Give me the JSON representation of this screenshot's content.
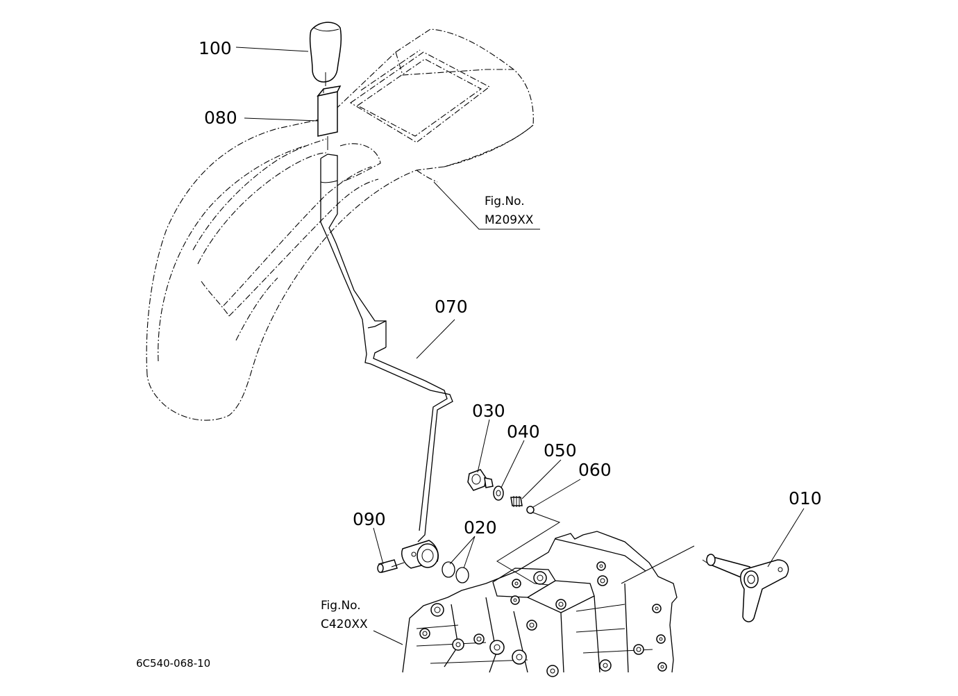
{
  "diagram": {
    "callouts": {
      "p100": "100",
      "p080": "080",
      "p070": "070",
      "p030": "030",
      "p040": "040",
      "p050": "050",
      "p060": "060",
      "p010": "010",
      "p090": "090",
      "p020": "020"
    },
    "figure_refs": {
      "top": {
        "line1": "Fig.No.",
        "line2": "M209XX"
      },
      "bottom": {
        "line1": "Fig.No.",
        "line2": "C420XX"
      }
    },
    "drawing_code": "6C540-068-10"
  }
}
